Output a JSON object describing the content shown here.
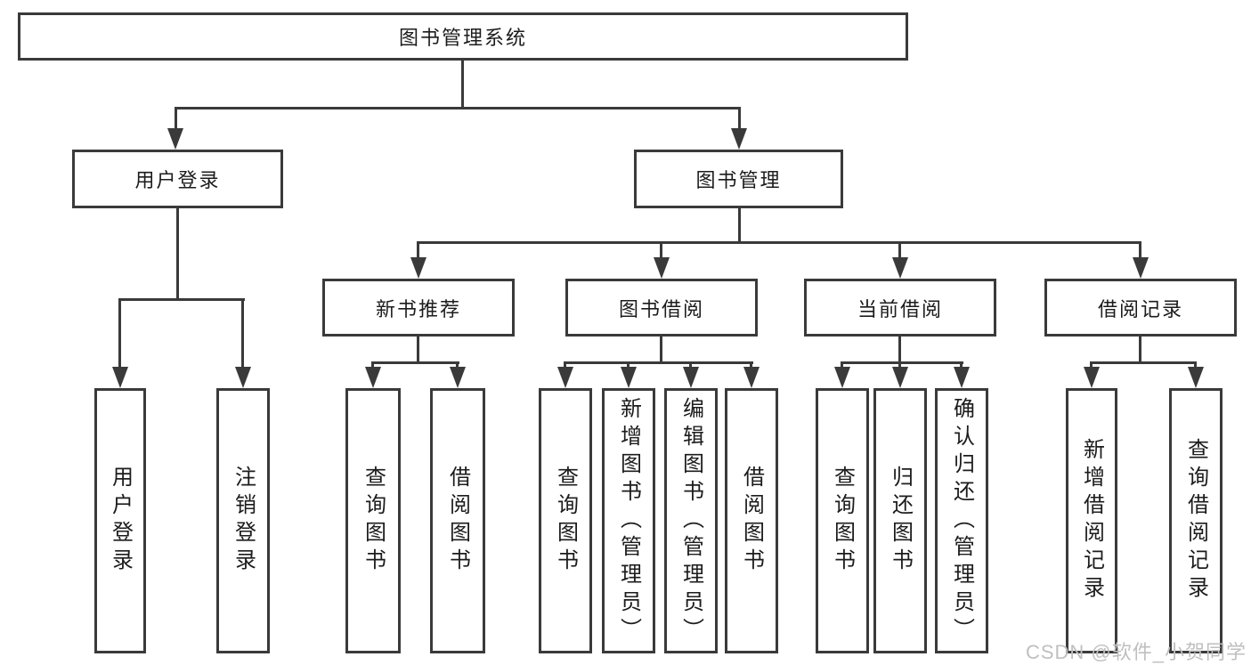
{
  "colors": {
    "line": "#3a3a3a",
    "box_border": "#3a3a3a",
    "text": "#1c1c1c",
    "watermark": "#bfbfbf",
    "background": "#ffffff"
  },
  "watermark": {
    "text": "CSDN @软件_小贺同学"
  },
  "tree": {
    "label": "图书管理系统",
    "children": [
      {
        "label": "用户登录",
        "children": [
          {
            "label": "用户登录"
          },
          {
            "label": "注销登录"
          }
        ]
      },
      {
        "label": "图书管理",
        "children": [
          {
            "label": "新书推荐",
            "children": [
              {
                "label": "查询图书"
              },
              {
                "label": "借阅图书"
              }
            ]
          },
          {
            "label": "图书借阅",
            "children": [
              {
                "label": "查询图书"
              },
              {
                "label": "新增图书（管理员）"
              },
              {
                "label": "编辑图书（管理员）"
              },
              {
                "label": "借阅图书"
              }
            ]
          },
          {
            "label": "当前借阅",
            "children": [
              {
                "label": "查询图书"
              },
              {
                "label": "归还图书"
              },
              {
                "label": "确认归还（管理员）"
              }
            ]
          },
          {
            "label": "借阅记录",
            "children": [
              {
                "label": "新增借阅记录"
              },
              {
                "label": "查询借阅记录"
              }
            ]
          }
        ]
      }
    ]
  }
}
